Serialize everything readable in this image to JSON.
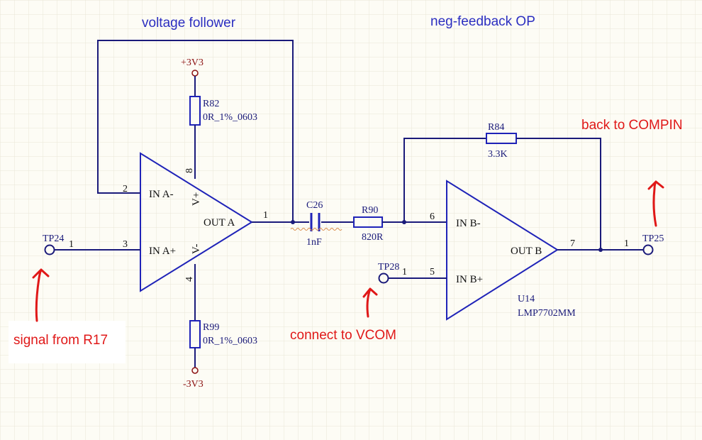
{
  "headings": {
    "voltage_follower": "voltage follower",
    "neg_feedback": "neg-feedback OP"
  },
  "notes": {
    "signal_from": "signal from R17",
    "connect_vcom": "connect to VCOM",
    "back_to": "back to COMPIN"
  },
  "power": {
    "positive": "+3V3",
    "negative": "-3V3"
  },
  "opamp_a": {
    "in_minus": "IN A-",
    "in_plus": "IN A+",
    "out": "OUT A",
    "vplus": "V+",
    "vminus": "V-",
    "pin_in_minus": "2",
    "pin_in_plus": "3",
    "pin_out": "1",
    "pin_vplus": "8",
    "pin_vminus": "4"
  },
  "opamp_b": {
    "in_minus": "IN B-",
    "in_plus": "IN B+",
    "out": "OUT B",
    "pin_in_minus": "6",
    "pin_in_plus": "5",
    "pin_out": "7",
    "ref": "U14",
    "part": "LMP7702MM"
  },
  "resistors": {
    "r82": {
      "ref": "R82",
      "value": "0R_1%_0603"
    },
    "r99": {
      "ref": "R99",
      "value": "0R_1%_0603"
    },
    "r90": {
      "ref": "R90",
      "value": "820R"
    },
    "r84": {
      "ref": "R84",
      "value": "3.3K"
    }
  },
  "capacitor": {
    "ref": "C26",
    "value": "1nF"
  },
  "test_points": {
    "tp24": {
      "ref": "TP24",
      "pin": "1"
    },
    "tp28": {
      "ref": "TP28",
      "pin": "1"
    },
    "tp25": {
      "ref": "TP25",
      "pin": "1"
    }
  },
  "colors": {
    "background": "#fdfcf5",
    "grid": "#e9e6d6",
    "wire": "#1a1a7a",
    "symbol": "#1f23b8",
    "power": "#8b1010",
    "annotation": "#e01818",
    "heading": "#2b2ec0"
  }
}
